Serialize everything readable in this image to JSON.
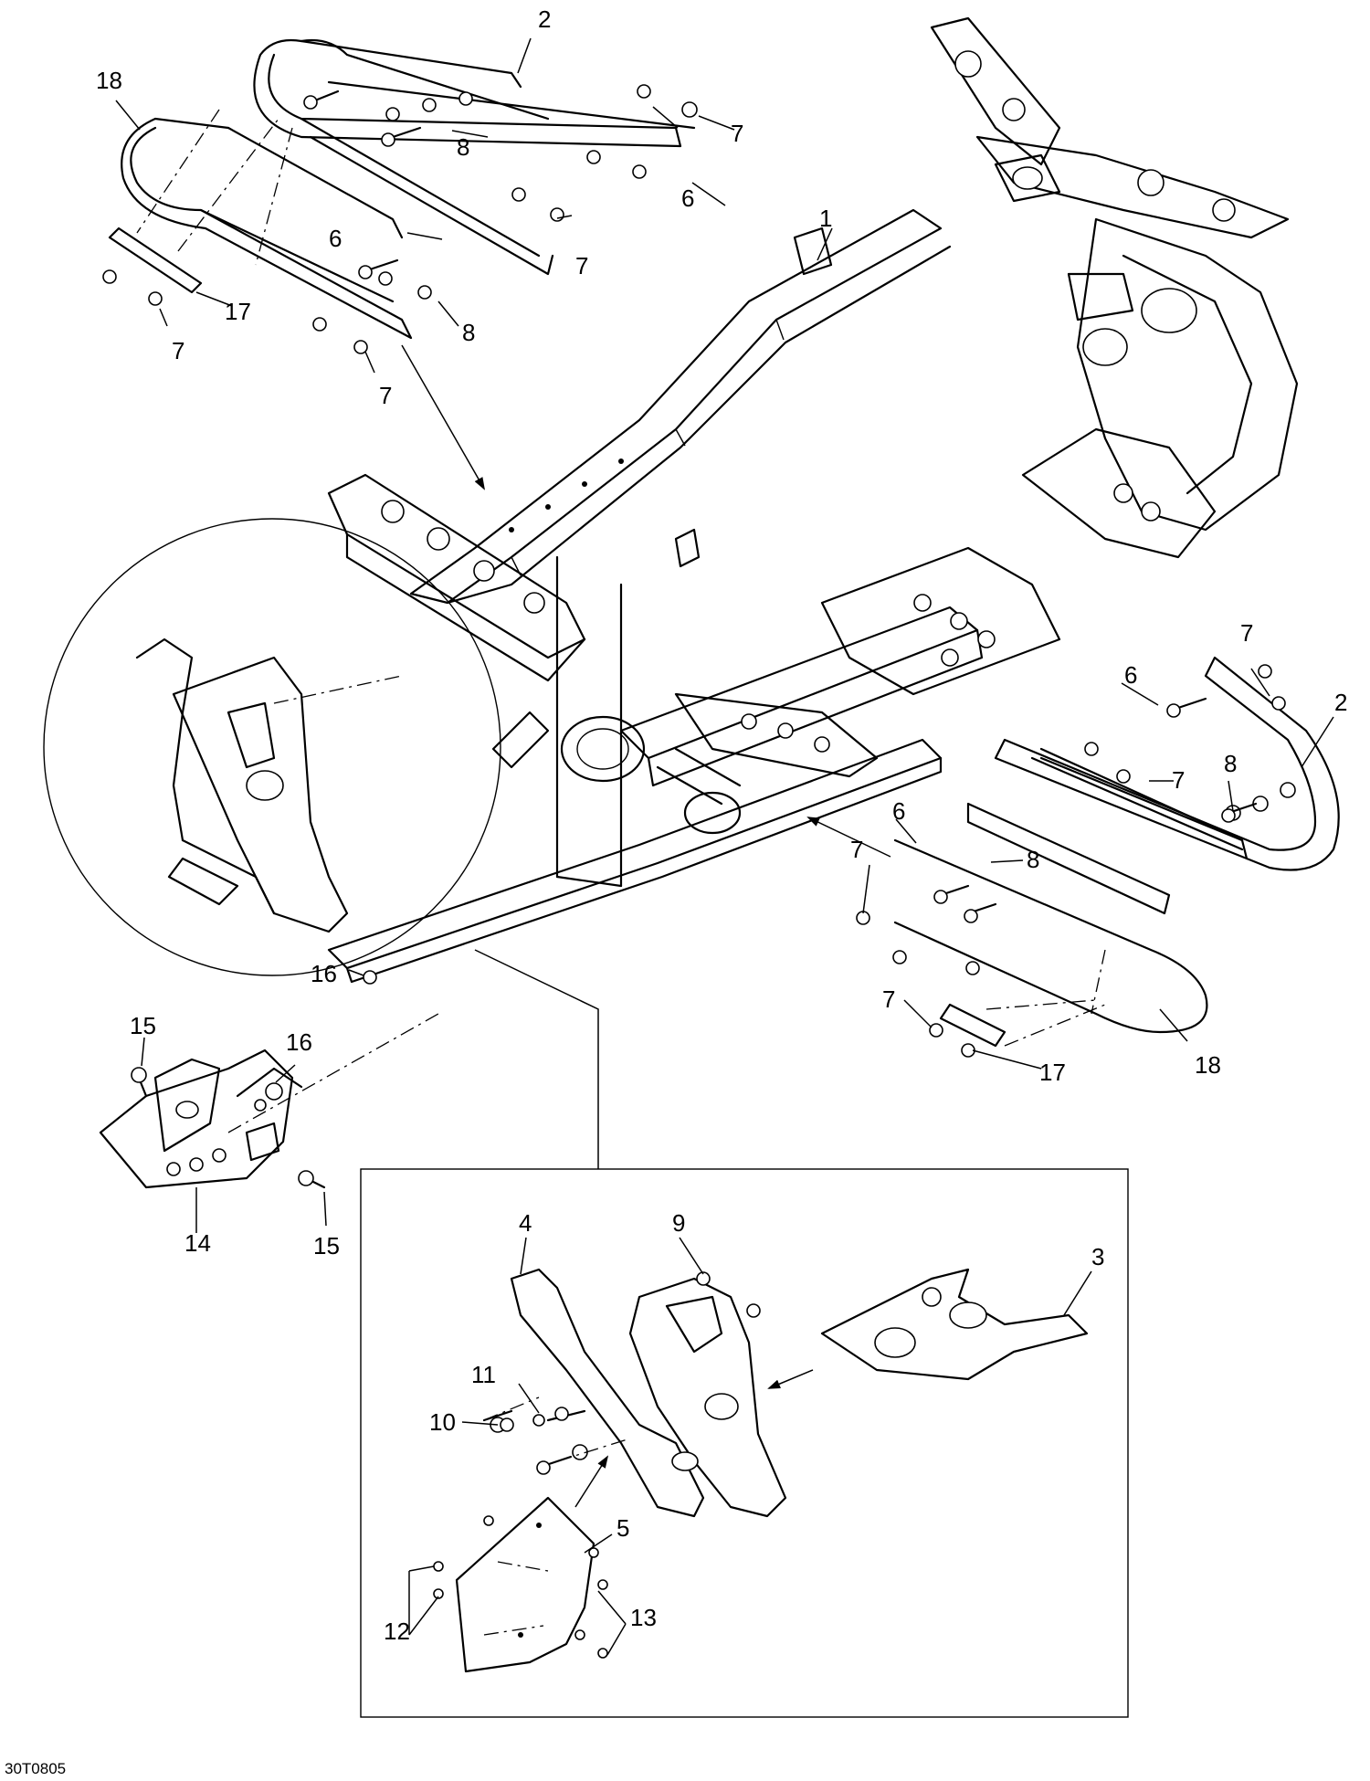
{
  "drawing_code": "30T0805",
  "callouts": {
    "c1": "1",
    "c2": "2",
    "c3": "3",
    "c4": "4",
    "c5": "5",
    "c6": "6",
    "c7": "7",
    "c8": "8",
    "c9": "9",
    "c10": "10",
    "c11": "11",
    "c12": "12",
    "c13": "13",
    "c14": "14",
    "c15": "15",
    "c16": "16",
    "c17": "17",
    "c18": "18"
  }
}
